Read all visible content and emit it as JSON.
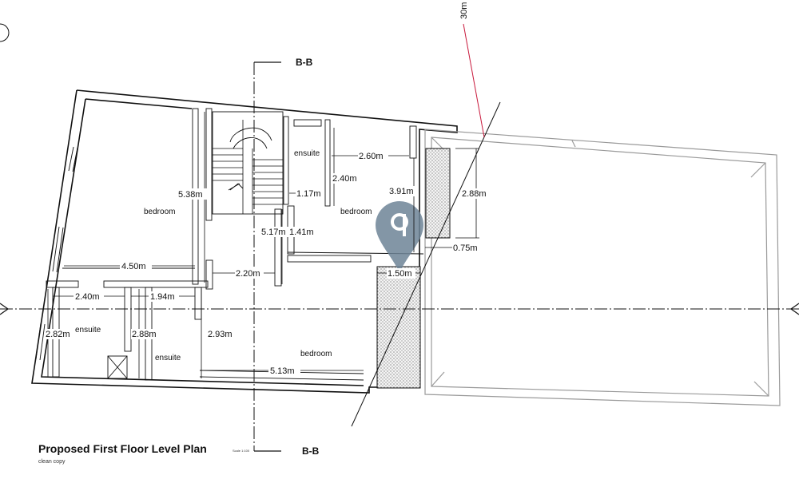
{
  "plan": {
    "title": "Proposed First Floor Level Plan",
    "scale_note": "Scale 1:100",
    "subtitle": "clean copy",
    "section_marks": [
      "B-B",
      "B-B"
    ],
    "angle_label": "30m",
    "rooms": [
      {
        "id": "bedroom-left",
        "label": "bedroom"
      },
      {
        "id": "ensuite-top",
        "label": "ensuite"
      },
      {
        "id": "bedroom-right",
        "label": "bedroom"
      },
      {
        "id": "ensuite-bottom-left",
        "label": "ensuite"
      },
      {
        "id": "ensuite-bottom-mid",
        "label": "ensuite"
      },
      {
        "id": "bedroom-bottom",
        "label": "bedroom"
      }
    ],
    "dimensions": [
      "5.38m",
      "2.60m",
      "2.40m",
      "1.17m",
      "3.91m",
      "2.88m",
      "5.17m",
      "1.41m",
      "0.75m",
      "4.50m",
      "2.20m",
      "1.50m",
      "2.40m",
      "1.94m",
      "2.82m",
      "2.88m",
      "2.93m",
      "5.13m"
    ]
  },
  "colors": {
    "accent_line": "#c8193c",
    "marker": "#6d8496",
    "wall": "#111111",
    "ghost": "#9a9a9a"
  },
  "icons": {
    "marker": "location-pin-icon"
  }
}
